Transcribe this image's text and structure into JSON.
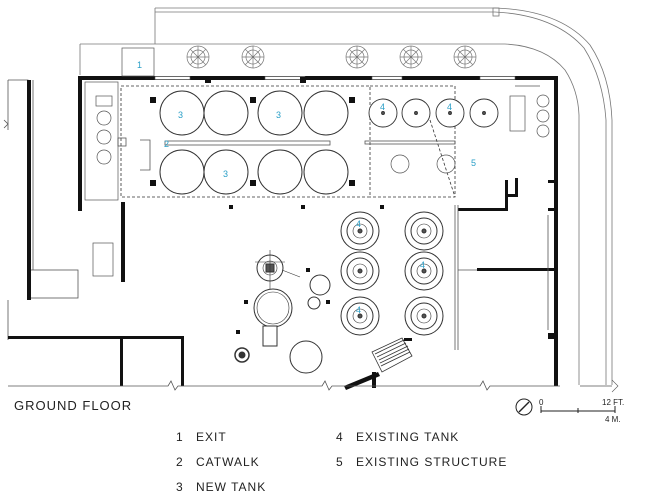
{
  "title": "GROUND FLOOR",
  "scale": {
    "zero": "0",
    "feet": "12 FT.",
    "meters": "4 M."
  },
  "legend": [
    {
      "num": "1",
      "label": "EXIT"
    },
    {
      "num": "2",
      "label": "CATWALK"
    },
    {
      "num": "3",
      "label": "NEW TANK"
    },
    {
      "num": "4",
      "label": "EXISTING TANK"
    },
    {
      "num": "5",
      "label": "EXISTING STRUCTURE"
    }
  ],
  "callouts": {
    "exit": "1",
    "catwalk": "2",
    "new_tank": "3",
    "existing_tank": "4",
    "existing_structure": "5"
  },
  "colors": {
    "callout": "#2a9fc7",
    "wall": "#111111",
    "line": "#555555"
  }
}
